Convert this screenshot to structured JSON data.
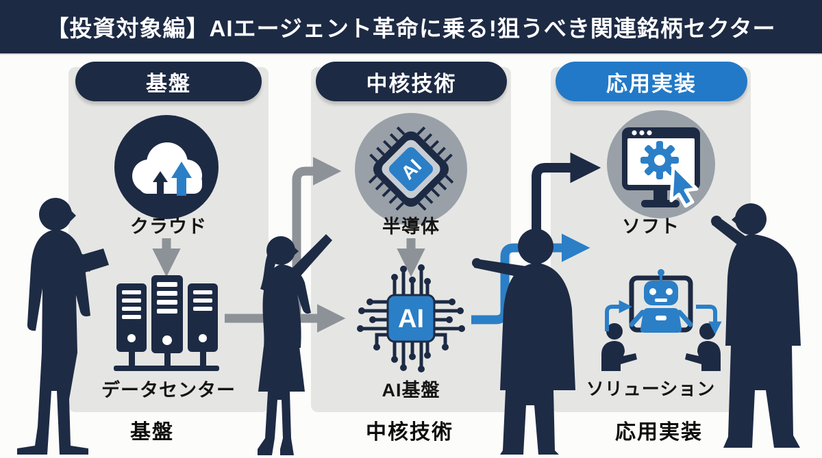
{
  "title": "【投資対象編】AIエージェント革命に乗る!狙うべき関連銘柄セクター",
  "columns": [
    {
      "header": "基盤",
      "footer": "基盤",
      "items": [
        {
          "label": "クラウド",
          "icon": "cloud-upload-icon"
        },
        {
          "label": "データセンター",
          "icon": "datacenter-servers-icon"
        }
      ]
    },
    {
      "header": "中核技術",
      "footer": "中核技術",
      "items": [
        {
          "label": "半導体",
          "icon": "ai-chip-icon",
          "badge": "AI"
        },
        {
          "label": "AI基盤",
          "icon": "ai-circuit-board-icon",
          "badge": "AI"
        }
      ]
    },
    {
      "header": "応用実装",
      "footer": "応用実装",
      "items": [
        {
          "label": "ソフト",
          "icon": "software-monitor-gear-icon"
        },
        {
          "label": "ソリューション",
          "icon": "robot-solution-icon"
        }
      ]
    }
  ],
  "colors": {
    "navy": "#1d2a44",
    "header_blue": "#2279c7",
    "icon_blue": "#2b7fc7",
    "arrow_gray": "#8d9298",
    "panel_gray": "#e5e6e3",
    "icon_circle_gray": "#99a0a8",
    "background": "#fcfcfa",
    "label_text": "#141414"
  },
  "figures": [
    "businessman-with-tablet",
    "businesswoman-pointing",
    "businessman-pointing",
    "businessman-gesturing"
  ],
  "arrows": [
    "cloud-to-datacenter",
    "semiconductor-to-ai-platform",
    "datacenter-to-semiconductor",
    "datacenter-to-ai-platform",
    "ai-platform-to-software",
    "ai-platform-to-applications"
  ]
}
